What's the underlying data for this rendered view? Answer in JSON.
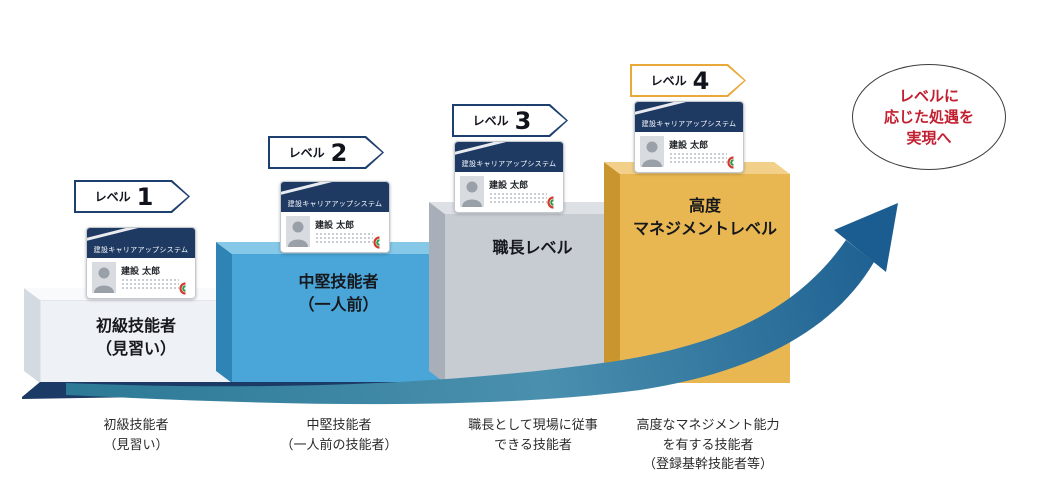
{
  "card": {
    "system_name": "建設キャリアアップシステム",
    "holder_name": "建設 太郎"
  },
  "goal_bubble": {
    "lines": [
      "レベルに",
      "応じた処遇を",
      "実現へ"
    ],
    "text_color": "#c21f30"
  },
  "arrow": {
    "gradient": [
      "#2b7995",
      "#1b5d90"
    ],
    "base_color": "#1b3a66"
  },
  "levels": [
    {
      "badge_label": "レベル",
      "badge_number": "1",
      "step_lines": [
        "初級技能者",
        "（見習い）"
      ],
      "caption_lines": [
        "初級技能者",
        "（見習い）"
      ],
      "colors": {
        "front": "#eef1f5",
        "top": "#f8fafc",
        "side": "#d4dae1",
        "badge": "#1c3f6e"
      }
    },
    {
      "badge_label": "レベル",
      "badge_number": "2",
      "step_lines": [
        "中堅技能者",
        "（一人前）"
      ],
      "caption_lines": [
        "中堅技能者",
        "（一人前の技能者）"
      ],
      "colors": {
        "front": "#4aa6d8",
        "top": "#85c8e8",
        "side": "#2d84b5",
        "badge": "#1c3f6e"
      }
    },
    {
      "badge_label": "レベル",
      "badge_number": "3",
      "step_lines": [
        "職長レベル"
      ],
      "caption_lines": [
        "職長として現場に従事",
        "できる技能者"
      ],
      "colors": {
        "front": "#c7ccd3",
        "top": "#dde1e6",
        "side": "#a9afb8",
        "badge": "#1c3f6e"
      }
    },
    {
      "badge_label": "レベル",
      "badge_number": "4",
      "step_lines": [
        "高度",
        "マネジメントレベル"
      ],
      "caption_lines": [
        "高度なマネジメント能力",
        "を有する技能者",
        "（登録基幹技能者等）"
      ],
      "colors": {
        "front": "#e9b751",
        "top": "#f2d089",
        "side": "#c9952f",
        "badge": "#e8a93a"
      }
    }
  ]
}
